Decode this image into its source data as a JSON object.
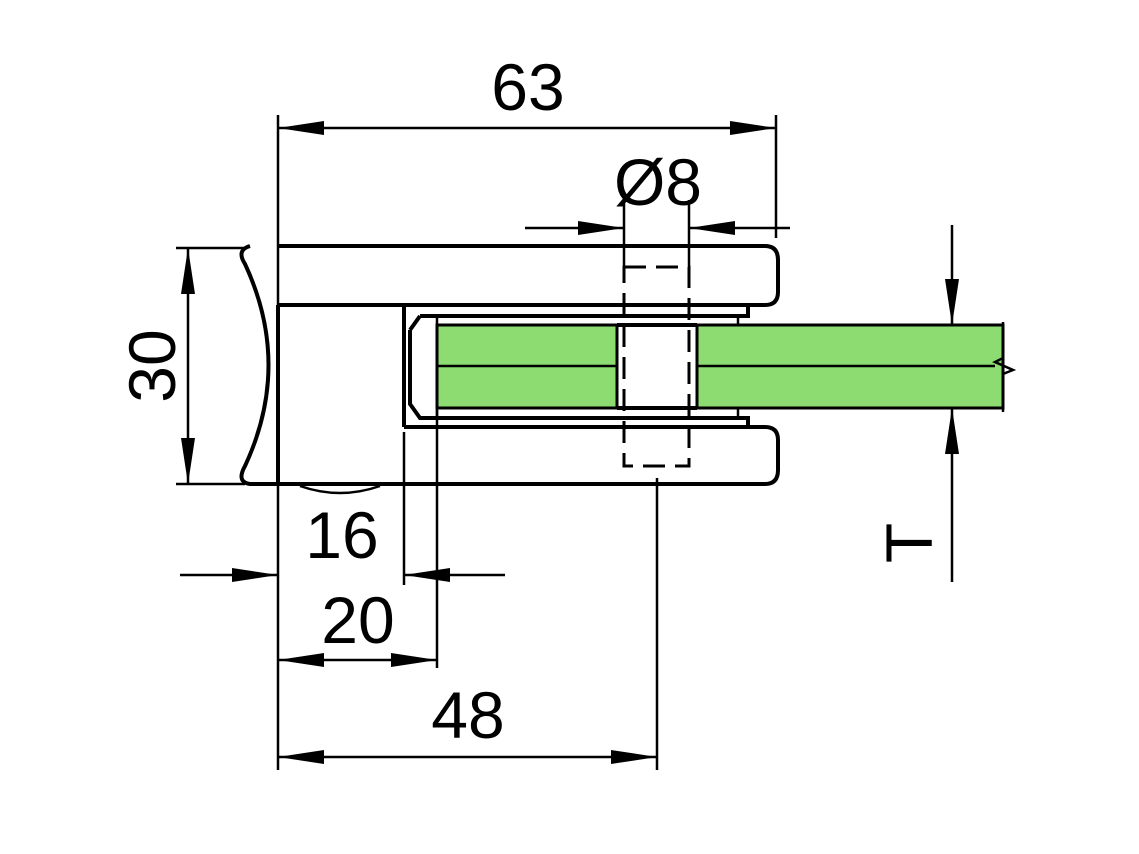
{
  "drawing": {
    "colors": {
      "glass": "#8cdc72",
      "line": "#000000",
      "background": "#ffffff"
    },
    "dimensions": {
      "overall_width": "63",
      "bolt_diameter": "Ø8",
      "height": "30",
      "inner_depth": "16",
      "clamp_depth": "20",
      "bolt_position": "48",
      "glass_thickness": "T"
    }
  }
}
